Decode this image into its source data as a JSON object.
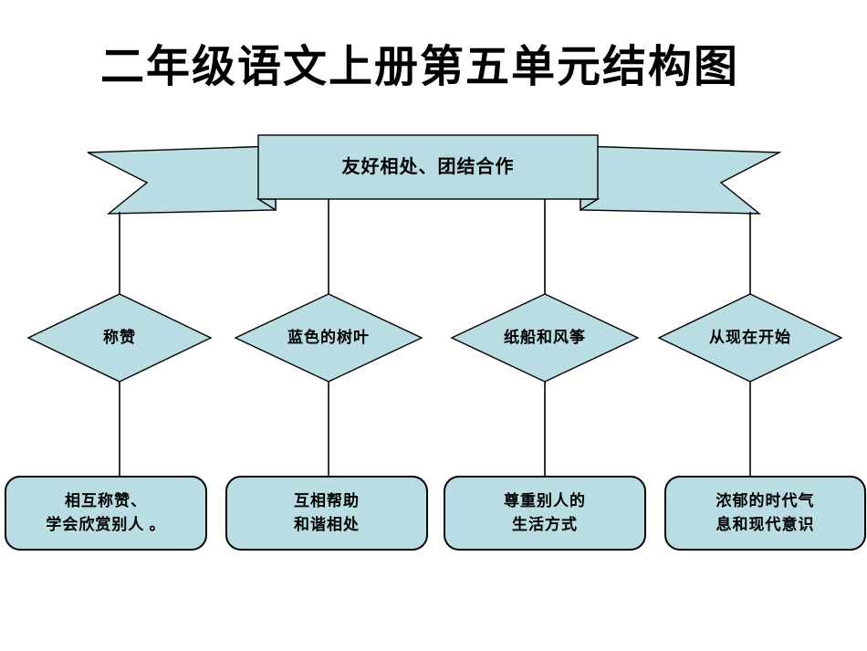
{
  "title": "二年级语文上册第五单元结构图",
  "colors": {
    "shape_fill": "#b9dde3",
    "shape_stroke": "#000000",
    "background": "#ffffff"
  },
  "banner": {
    "label": "友好相处、团结合作"
  },
  "diamonds": [
    {
      "label": "称赞"
    },
    {
      "label": "蓝色的树叶"
    },
    {
      "label": "纸船和风筝"
    },
    {
      "label": "从现在开始"
    }
  ],
  "boxes": [
    {
      "line1": "相互称赞、",
      "line2": "学会欣赏别人 。"
    },
    {
      "line1": "互相帮助",
      "line2": "和谐相处"
    },
    {
      "line1": "尊重别人的",
      "line2": "生活方式"
    },
    {
      "line1": "浓郁的时代气",
      "line2": "息和现代意识"
    }
  ]
}
